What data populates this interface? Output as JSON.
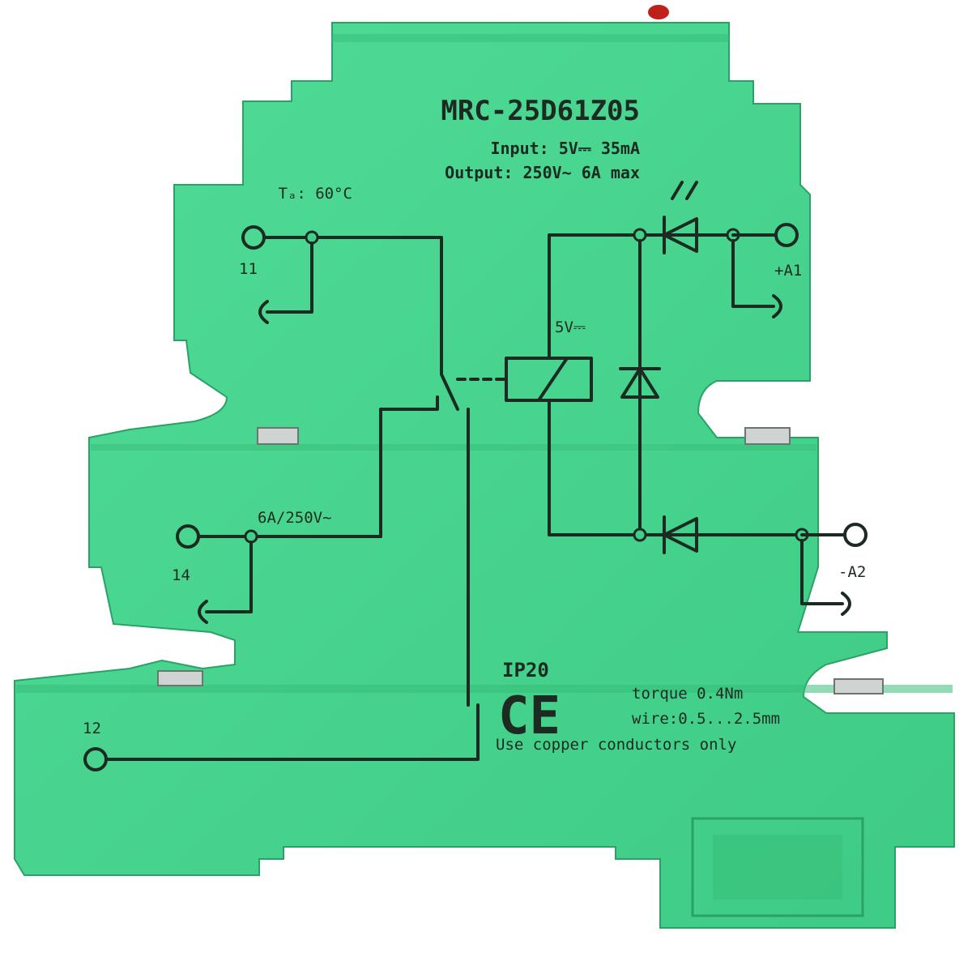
{
  "product": {
    "model": "MRC-25D61Z05",
    "input_line": "Input:  5V⎓  35mA",
    "output_line": "Output: 250V~  6A  max",
    "ambient_temp": "Tₐ: 60°C",
    "coil_voltage": "5V⎓",
    "contact_rating": "6A/250V~",
    "protection": "IP20",
    "ce_mark": "CE",
    "torque": "torque 0.4Nm",
    "wire": "wire:0.5...2.5mm",
    "conductors_note": "Use copper conductors only"
  },
  "terminals": {
    "t11": "11",
    "t14": "14",
    "t12": "12",
    "a1": "+A1",
    "a2": "-A2"
  },
  "colors": {
    "body": "#45d38c",
    "body_shadow": "#2fb873",
    "ink": "#1d2a22",
    "led": "#c0201a",
    "metal": "#cfd4d2"
  }
}
